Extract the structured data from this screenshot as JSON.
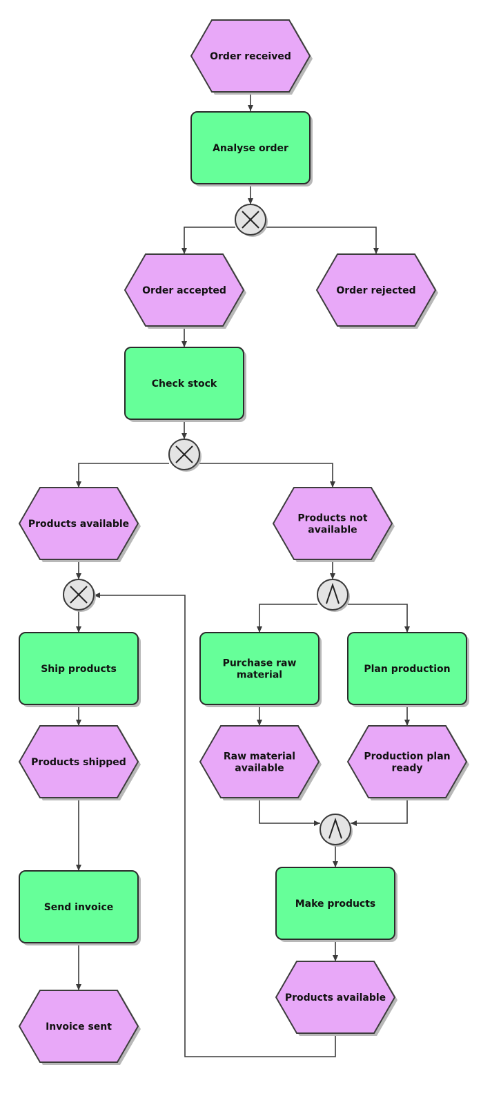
{
  "colors": {
    "event_fill": "#e8a8f8",
    "event_stroke": "#3c3c3c",
    "function_fill": "#66ff99",
    "function_stroke": "#2a2a2a",
    "connector_fill": "#e4e4e4",
    "connector_stroke": "#3a3a3a",
    "edge": "#3a3a3a",
    "shadow": "#b8b8b8"
  },
  "events": {
    "order_received": [
      "Order received"
    ],
    "order_accepted": [
      "Order accepted"
    ],
    "order_rejected": [
      "Order rejected"
    ],
    "products_available": [
      "Products available"
    ],
    "products_not_available": [
      "Products not",
      "available"
    ],
    "products_shipped": [
      "Products shipped"
    ],
    "invoice_sent": [
      "Invoice sent"
    ],
    "raw_material_available": [
      "Raw material",
      "available"
    ],
    "production_plan_ready": [
      "Production plan",
      "ready"
    ],
    "products_available_2": [
      "Products available"
    ]
  },
  "functions": {
    "analyse_order": [
      "Analyse order"
    ],
    "check_stock": [
      "Check stock"
    ],
    "ship_products": [
      "Ship products"
    ],
    "send_invoice": [
      "Send invoice"
    ],
    "purchase_raw_material": [
      "Purchase raw",
      "material"
    ],
    "plan_production": [
      "Plan production"
    ],
    "make_products": [
      "Make products"
    ]
  },
  "connectors": {
    "xor_1": "XOR",
    "xor_2": "XOR",
    "xor_3": "XOR",
    "and_1": "AND",
    "and_2": "AND"
  }
}
